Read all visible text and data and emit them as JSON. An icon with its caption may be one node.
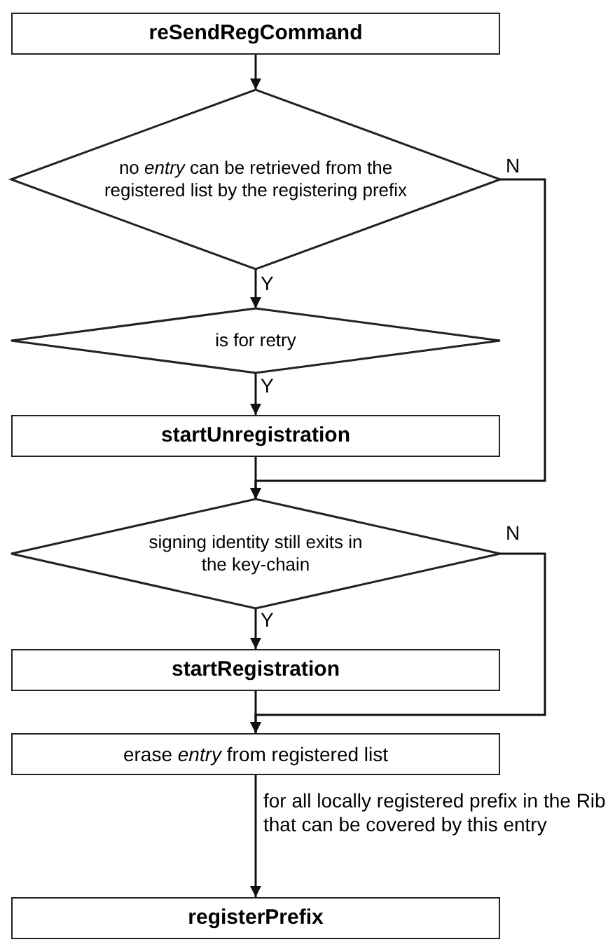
{
  "diagram": {
    "nodes": [
      {
        "text": [
          "reSendRegCommand"
        ]
      },
      {
        "text": [
          "no *entry* can be retrieved from the registered list by the registering prefix"
        ]
      },
      {
        "text": [
          "is for retry"
        ]
      },
      {
        "text": [
          "startUnregistration"
        ]
      },
      {
        "text": [
          "signing identity still exits in the key-chain"
        ]
      },
      {
        "text": [
          "startRegistration"
        ]
      },
      {
        "text": [
          "erase *entry* from registered list"
        ]
      },
      {
        "text": [
          "registerPrefix"
        ]
      }
    ],
    "edges": [
      {
        "from": 0,
        "to": 1,
        "arrow": "to"
      },
      {
        "from": 1,
        "to": 2,
        "arrow": "to",
        "label": "Y"
      },
      {
        "from": 1,
        "to": 4,
        "arrow": "to",
        "label": "N"
      },
      {
        "from": 2,
        "to": 3,
        "arrow": "to",
        "label": "Y"
      },
      {
        "from": 3,
        "to": 4,
        "arrow": "to"
      },
      {
        "from": 4,
        "to": 5,
        "arrow": "to",
        "label": "Y"
      },
      {
        "from": 4,
        "to": 6,
        "arrow": "to",
        "label": "N"
      },
      {
        "from": 5,
        "to": 6,
        "arrow": "to"
      },
      {
        "from": 6,
        "to": 7,
        "arrow": "to",
        "label": "for all locally registered prefix in the Rib that can be covered by this entry"
      }
    ]
  }
}
